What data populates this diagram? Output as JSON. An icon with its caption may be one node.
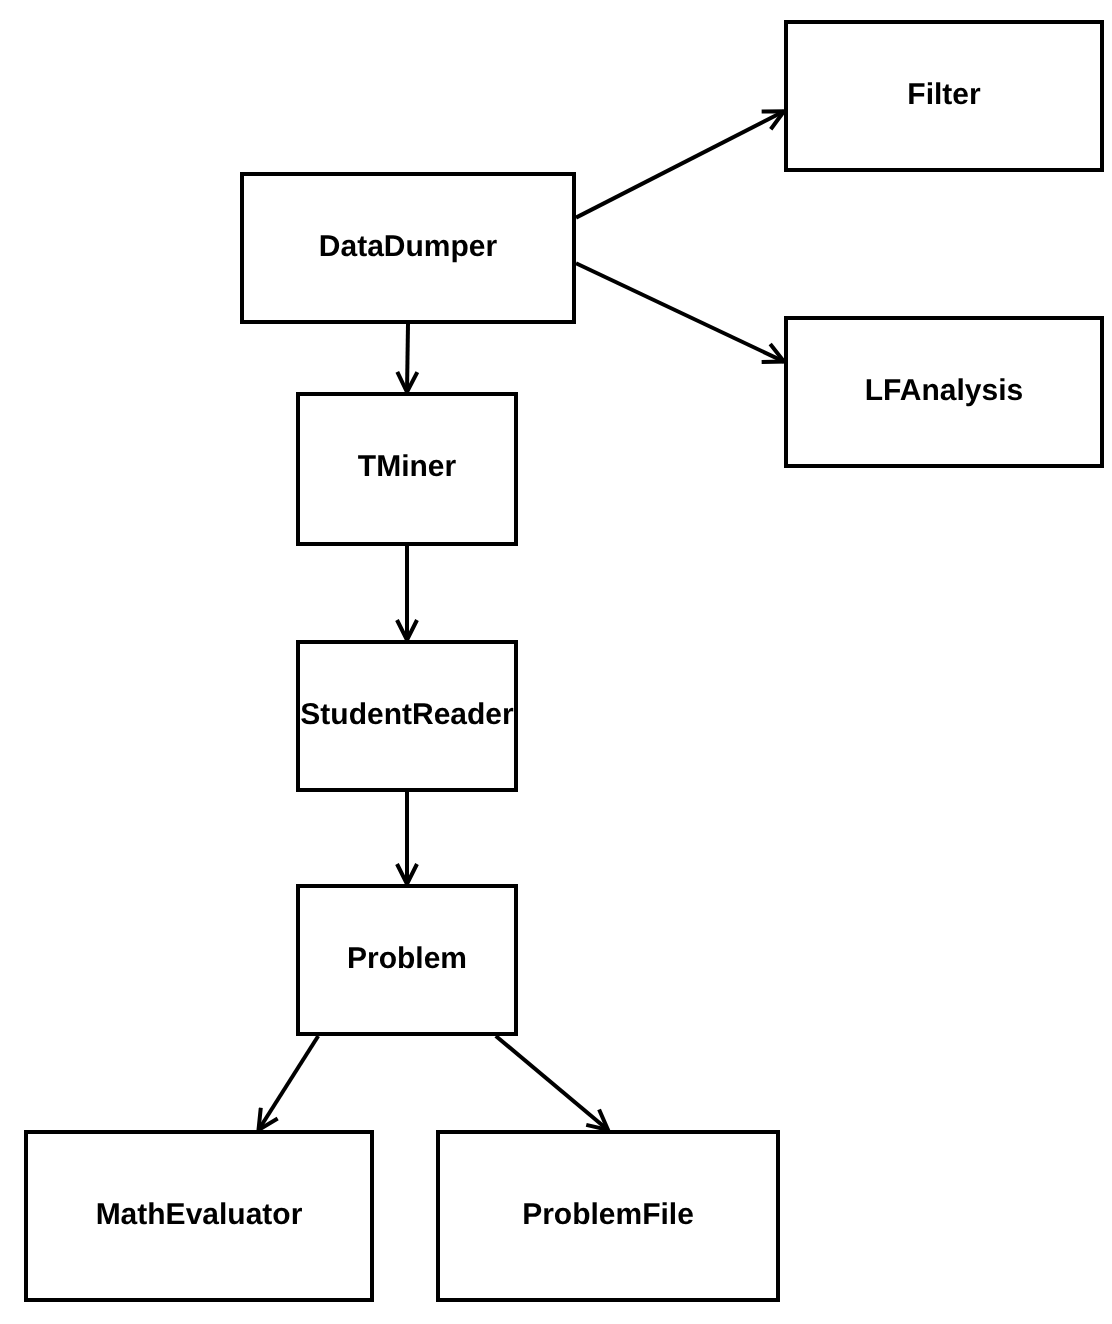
{
  "diagram": {
    "nodes": [
      {
        "text": [
          "Filter"
        ]
      },
      {
        "text": [
          "DataDumper"
        ]
      },
      {
        "text": [
          "LFAnalysis"
        ]
      },
      {
        "text": [
          "TMiner"
        ]
      },
      {
        "text": [
          "StudentReader"
        ]
      },
      {
        "text": [
          "Problem"
        ]
      },
      {
        "text": [
          "MathEvaluator"
        ]
      },
      {
        "text": [
          "ProblemFile"
        ]
      }
    ],
    "edges": [
      {
        "from": 1,
        "to": 0,
        "arrow": "to"
      },
      {
        "from": 1,
        "to": 2,
        "arrow": "to"
      },
      {
        "from": 1,
        "to": 3,
        "arrow": "to"
      },
      {
        "from": 3,
        "to": 4,
        "arrow": "to"
      },
      {
        "from": 4,
        "to": 5,
        "arrow": "to"
      },
      {
        "from": 5,
        "to": 6,
        "arrow": "to"
      },
      {
        "from": 5,
        "to": 7,
        "arrow": "to"
      }
    ]
  }
}
